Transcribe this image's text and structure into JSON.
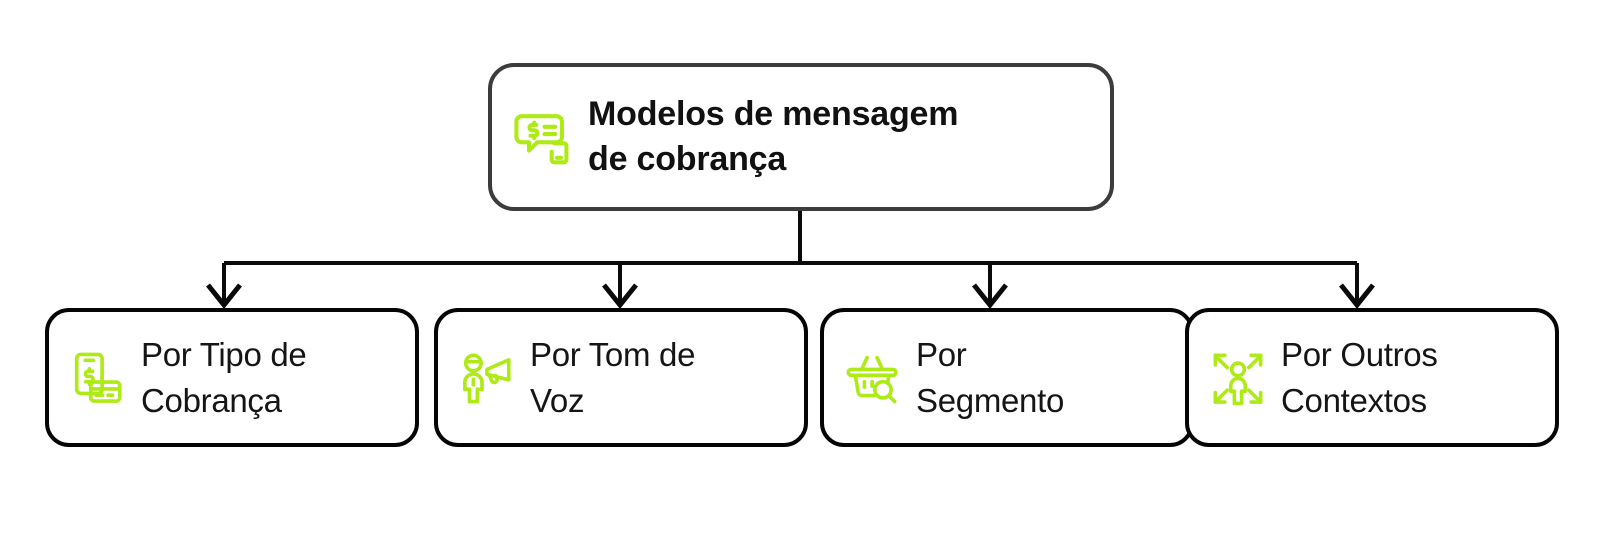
{
  "diagram": {
    "type": "tree-hierarchy",
    "orientation": "top-down",
    "background_color": "#ffffff",
    "accent_color": "#aeea16",
    "root_border_color": "#3c3c3c",
    "child_border_color": "#050505",
    "text_color": "#151515",
    "connector_color": "#0a0a0a",
    "root": {
      "label": "Modelos de mensagem\nde cobrança",
      "icon": "chat-bubble-money-phone-icon"
    },
    "children": [
      {
        "label": "Por Tipo de\nCobrança",
        "icon": "phone-money-card-icon"
      },
      {
        "label": "Por Tom de\nVoz",
        "icon": "person-megaphone-icon"
      },
      {
        "label": "Por\nSegmento",
        "icon": "basket-search-icon"
      },
      {
        "label": "Por Outros\nContextos",
        "icon": "person-expand-arrows-icon"
      }
    ]
  }
}
